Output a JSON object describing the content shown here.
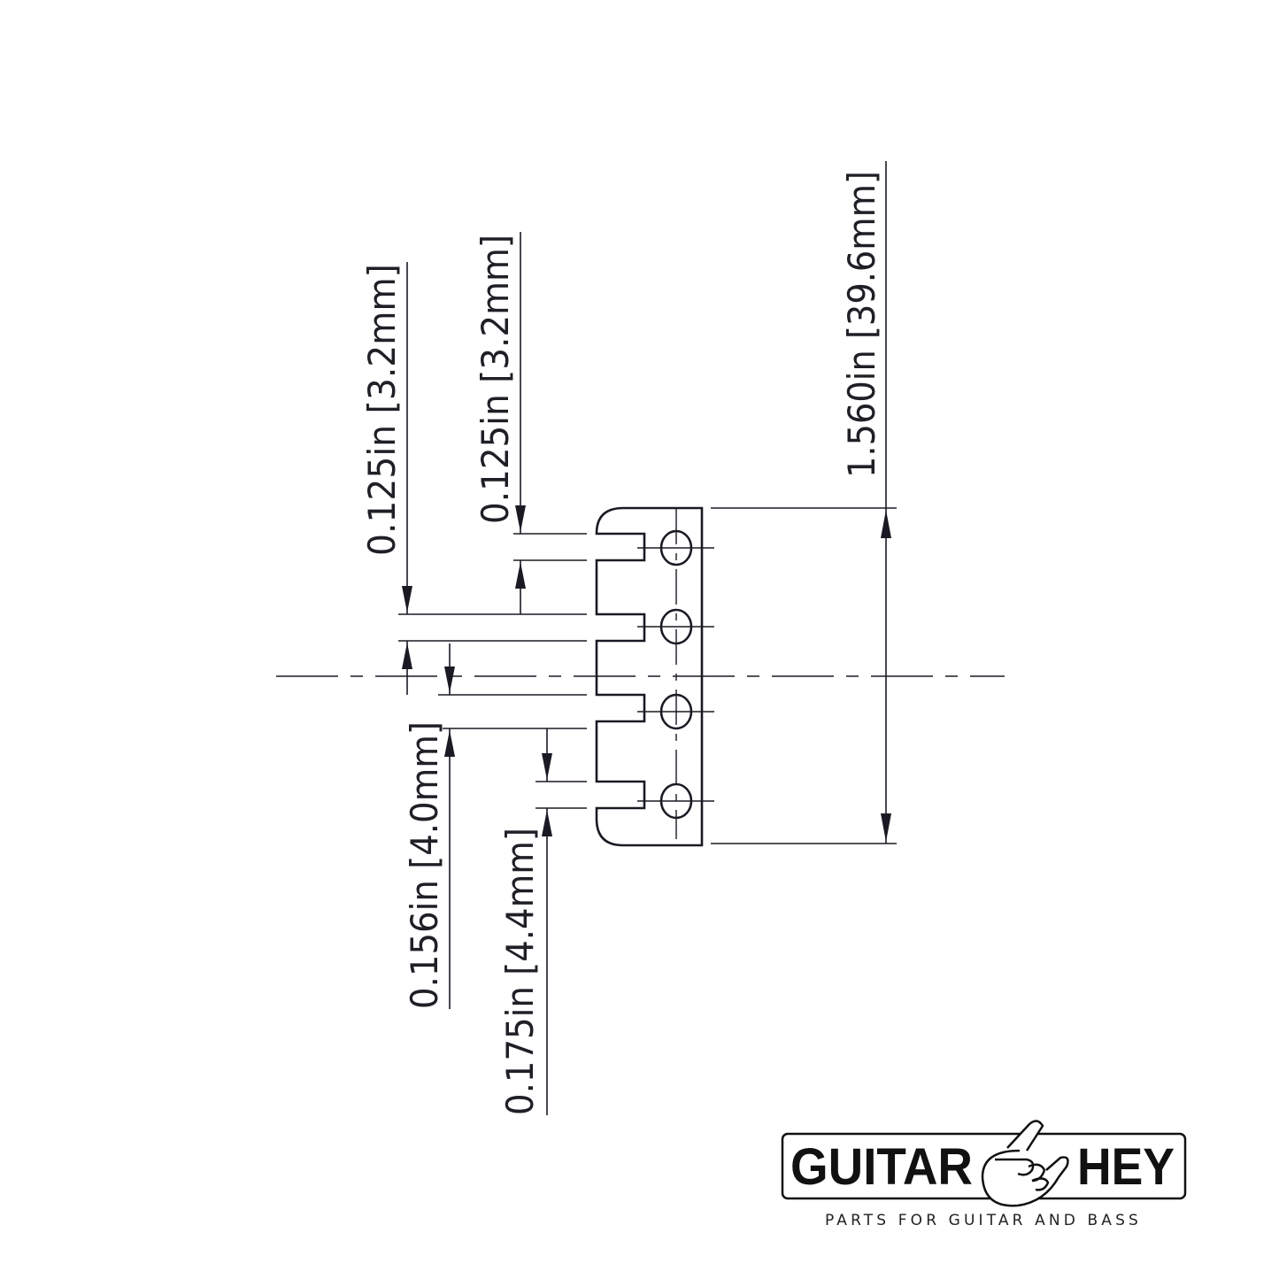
{
  "dimensions": {
    "overall_height": "1.560in [39.6mm]",
    "slot_width_top": "0.125in [3.2mm]",
    "slot_width_second": "0.125in [3.2mm]",
    "slot_offset_center": "0.156in [4.0mm]",
    "slot_spacing_bottom": "0.175in [4.4mm]"
  },
  "logo": {
    "brand_left": "GUITAR",
    "brand_right": "HEY",
    "tagline": "PARTS FOR GUITAR AND BASS"
  }
}
